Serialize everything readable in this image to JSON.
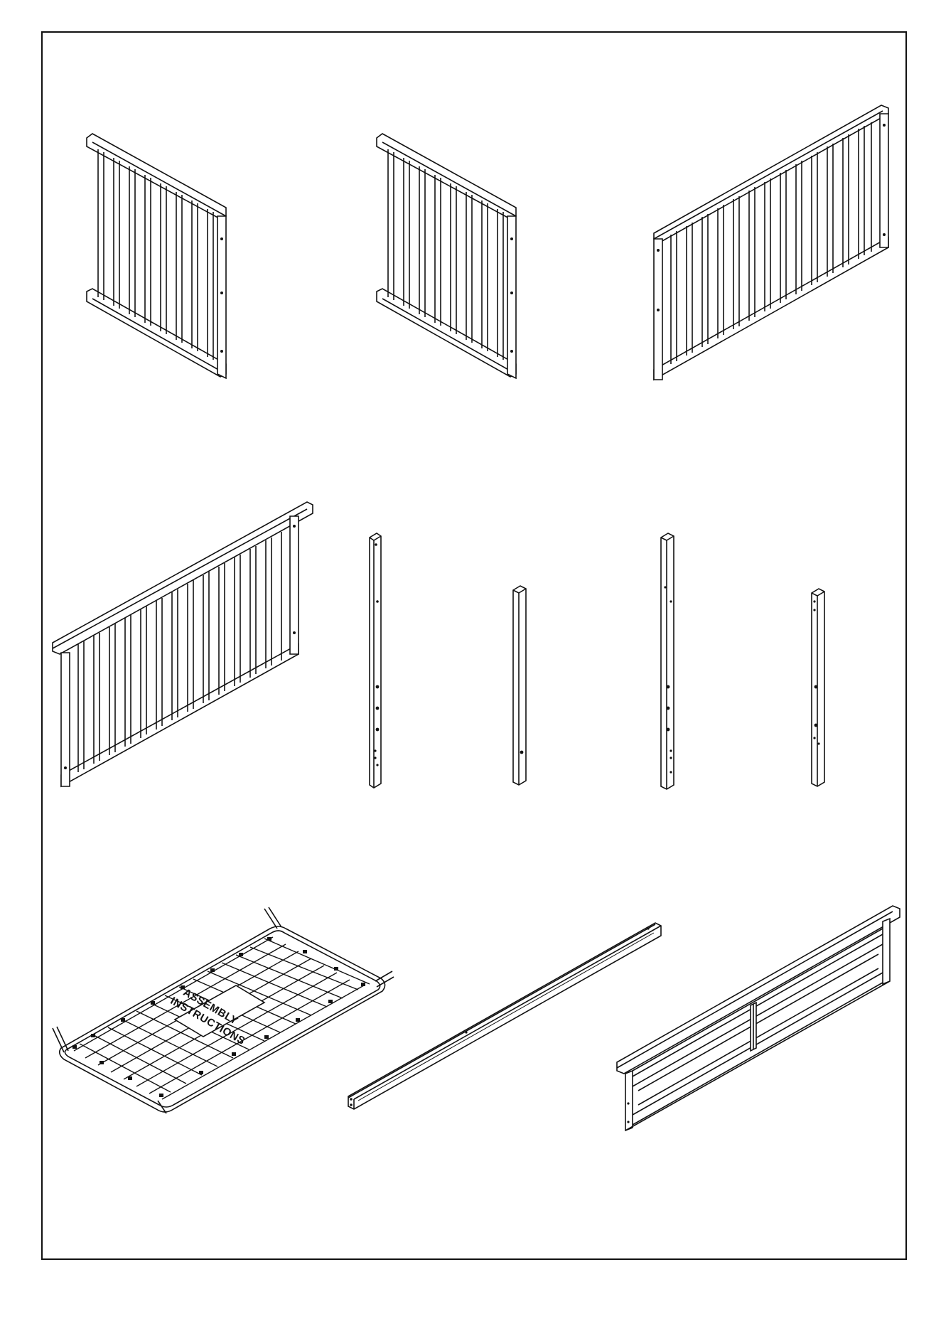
{
  "page": {
    "title": "",
    "background": "#ffffff",
    "line_color": "#111111"
  },
  "parts": [
    {
      "id": "headboard-panel-left",
      "kind": "slatted-end-panel",
      "slats": 8
    },
    {
      "id": "headboard-panel-right",
      "kind": "slatted-end-panel",
      "slats": 8
    },
    {
      "id": "back-rail-panel",
      "kind": "slatted-long-panel",
      "slats": 15
    },
    {
      "id": "front-rail-panel",
      "kind": "slatted-long-panel",
      "slats": 15
    },
    {
      "id": "post-1",
      "kind": "post"
    },
    {
      "id": "post-2",
      "kind": "post"
    },
    {
      "id": "post-3",
      "kind": "post"
    },
    {
      "id": "post-4",
      "kind": "post"
    },
    {
      "id": "mattress-support",
      "kind": "spring-frame",
      "label_line1": "ASSEMBLY",
      "label_line2": "INSTRUCTIONS"
    },
    {
      "id": "stabilizer-bar",
      "kind": "rail"
    },
    {
      "id": "footboard-panel",
      "kind": "framed-panel"
    }
  ]
}
